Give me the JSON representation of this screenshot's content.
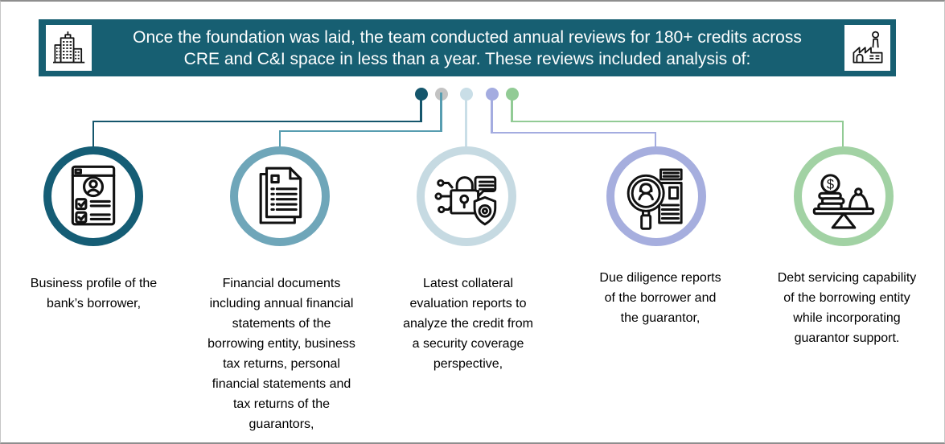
{
  "header": {
    "text": "Once the foundation was laid, the team conducted annual reviews for 180+ credits across CRE and C&I space in less than a year. These reviews included analysis of:",
    "bg_color": "#175f72",
    "left_icon": "office-buildings-icon",
    "right_icon": "factory-icon"
  },
  "palette": {
    "banner_teal": "#175f72",
    "dark_teal": "#15566c",
    "teal": "#579db0",
    "grey": "#c3c3c3",
    "light_blue": "#c9dee7",
    "periwinkle": "#a4ace0",
    "green": "#92cb95"
  },
  "items": [
    {
      "icon": "business-profile-card-icon",
      "dot_color": "#15566c",
      "line_color": "#15566c",
      "ring_color": "#155d75",
      "label": "Business profile of the bank’s borrower,"
    },
    {
      "icon": "financial-documents-icon",
      "dot_color": "#c3c3c3",
      "line_color": "#579db0",
      "ring_color": "#6fa6b9",
      "label": "Financial documents including annual financial statements of the borrowing entity, business tax returns, personal financial statements and tax returns of the guarantors,"
    },
    {
      "icon": "collateral-security-lock-icon",
      "dot_color": "#c9dee7",
      "line_color": "#c9dee7",
      "ring_color": "#c6dae2",
      "label": "Latest collateral evaluation reports to analyze the credit from a security coverage perspective,"
    },
    {
      "icon": "due-diligence-magnifier-icon",
      "dot_color": "#a4ace0",
      "line_color": "#a4ace0",
      "ring_color": "#a6aede",
      "label": "Due diligence reports of the borrower and the guarantor,"
    },
    {
      "icon": "debt-balance-scale-icon",
      "dot_color": "#92cb95",
      "line_color": "#92cb95",
      "ring_color": "#a2d2a4",
      "label": "Debt servicing capability of the borrowing entity while incorporating guarantor support."
    }
  ]
}
